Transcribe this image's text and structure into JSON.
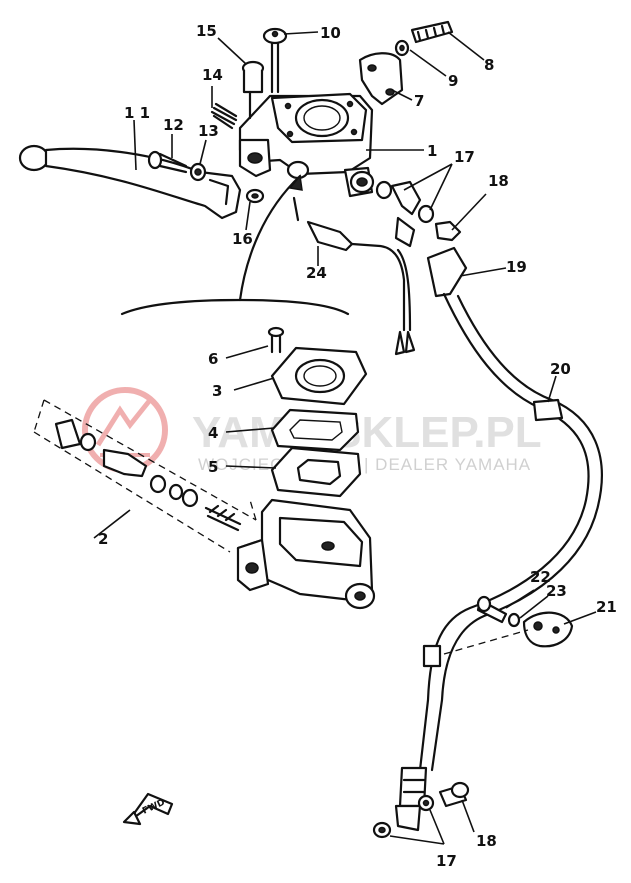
{
  "watermark": {
    "title": "YAMA-SKLEP.PL",
    "subtitle": "WOJCIECHOWICZ | DEALER YAMAHA",
    "logo_color": "#e05050"
  },
  "direction_marker": "FWD",
  "parts": [
    {
      "id": "p1",
      "label": "1"
    },
    {
      "id": "p2",
      "label": "2"
    },
    {
      "id": "p3",
      "label": "3"
    },
    {
      "id": "p4",
      "label": "4"
    },
    {
      "id": "p5",
      "label": "5"
    },
    {
      "id": "p6",
      "label": "6"
    },
    {
      "id": "p7",
      "label": "7"
    },
    {
      "id": "p8",
      "label": "8"
    },
    {
      "id": "p9",
      "label": "9"
    },
    {
      "id": "p10",
      "label": "10"
    },
    {
      "id": "p11",
      "label": "1 1"
    },
    {
      "id": "p12",
      "label": "12"
    },
    {
      "id": "p13",
      "label": "13"
    },
    {
      "id": "p14",
      "label": "14"
    },
    {
      "id": "p15",
      "label": "15"
    },
    {
      "id": "p16",
      "label": "16"
    },
    {
      "id": "p17a",
      "label": "17"
    },
    {
      "id": "p17b",
      "label": "17"
    },
    {
      "id": "p18a",
      "label": "18"
    },
    {
      "id": "p18b",
      "label": "18"
    },
    {
      "id": "p19",
      "label": "19"
    },
    {
      "id": "p20",
      "label": "20"
    },
    {
      "id": "p21",
      "label": "21"
    },
    {
      "id": "p22",
      "label": "22"
    },
    {
      "id": "p23",
      "label": "23"
    },
    {
      "id": "p24",
      "label": "24"
    }
  ]
}
